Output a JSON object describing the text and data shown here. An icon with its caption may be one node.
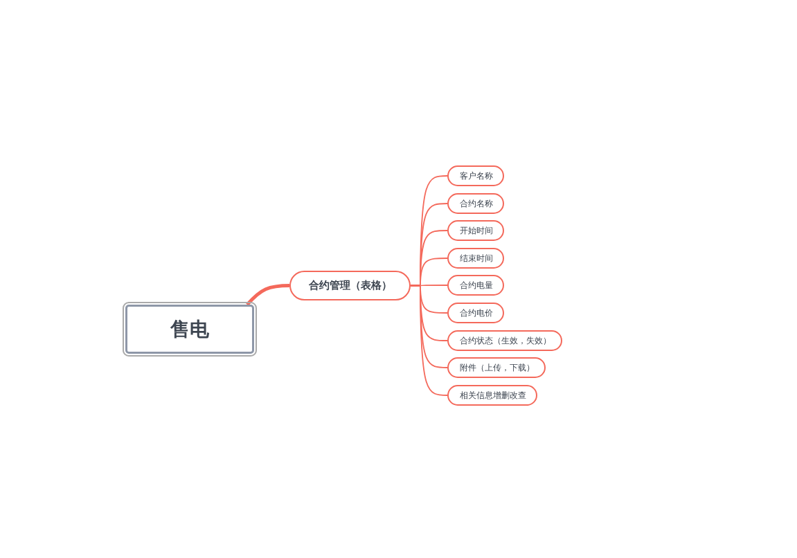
{
  "diagram": {
    "nodes": [
      {
        "text": [
          "售电"
        ]
      },
      {
        "text": [
          "合约管理（表格）"
        ]
      },
      {
        "text": [
          "客户名称"
        ]
      },
      {
        "text": [
          "合约名称"
        ]
      },
      {
        "text": [
          "开始时间"
        ]
      },
      {
        "text": [
          "结束时间"
        ]
      },
      {
        "text": [
          "合约电量"
        ]
      },
      {
        "text": [
          "合约电价"
        ]
      },
      {
        "text": [
          "合约状态（生效，失效）"
        ]
      },
      {
        "text": [
          "附件（上传，下载）"
        ]
      },
      {
        "text": [
          "相关信息增删改查"
        ]
      }
    ],
    "edges": [
      {
        "from": 0,
        "to": 1,
        "arrow": "none",
        "style": "thick"
      },
      {
        "from": 1,
        "to": 2,
        "arrow": "none"
      },
      {
        "from": 1,
        "to": 3,
        "arrow": "none"
      },
      {
        "from": 1,
        "to": 4,
        "arrow": "none"
      },
      {
        "from": 1,
        "to": 5,
        "arrow": "none"
      },
      {
        "from": 1,
        "to": 6,
        "arrow": "none"
      },
      {
        "from": 1,
        "to": 7,
        "arrow": "none"
      },
      {
        "from": 1,
        "to": 8,
        "arrow": "none"
      },
      {
        "from": 1,
        "to": 9,
        "arrow": "none"
      },
      {
        "from": 1,
        "to": 10,
        "arrow": "none"
      }
    ]
  }
}
